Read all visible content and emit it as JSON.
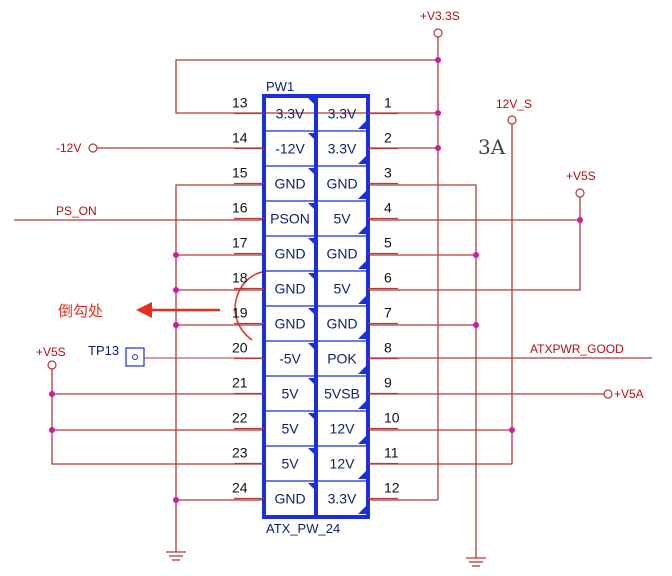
{
  "part": {
    "ref": "PW1",
    "name": "ATX_PW_24"
  },
  "note_3a": "3A",
  "note_cn": "倒勾处",
  "nets": {
    "v3_3s": "+V3.3S",
    "v12_s": "12V_S",
    "v5s_right": "+V5S",
    "v5s_left": "+V5S",
    "neg12": "-12V",
    "ps_on": "PS_ON",
    "atxpwr_good": "ATXPWR_GOOD",
    "v5a": "+V5A",
    "tp13": "TP13"
  },
  "left_pins": [
    {
      "num": "13",
      "label": "3.3V"
    },
    {
      "num": "14",
      "label": "-12V"
    },
    {
      "num": "15",
      "label": "GND"
    },
    {
      "num": "16",
      "label": "PSON"
    },
    {
      "num": "17",
      "label": "GND"
    },
    {
      "num": "18",
      "label": "GND"
    },
    {
      "num": "19",
      "label": "GND"
    },
    {
      "num": "20",
      "label": "-5V"
    },
    {
      "num": "21",
      "label": "5V"
    },
    {
      "num": "22",
      "label": "5V"
    },
    {
      "num": "23",
      "label": "5V"
    },
    {
      "num": "24",
      "label": "GND"
    }
  ],
  "right_pins": [
    {
      "num": "1",
      "label": "3.3V"
    },
    {
      "num": "2",
      "label": "3.3V"
    },
    {
      "num": "3",
      "label": "GND"
    },
    {
      "num": "4",
      "label": "5V"
    },
    {
      "num": "5",
      "label": "GND"
    },
    {
      "num": "6",
      "label": "5V"
    },
    {
      "num": "7",
      "label": "GND"
    },
    {
      "num": "8",
      "label": "POK"
    },
    {
      "num": "9",
      "label": "5VSB"
    },
    {
      "num": "10",
      "label": "12V"
    },
    {
      "num": "11",
      "label": "12V"
    },
    {
      "num": "12",
      "label": "3.3V"
    }
  ]
}
